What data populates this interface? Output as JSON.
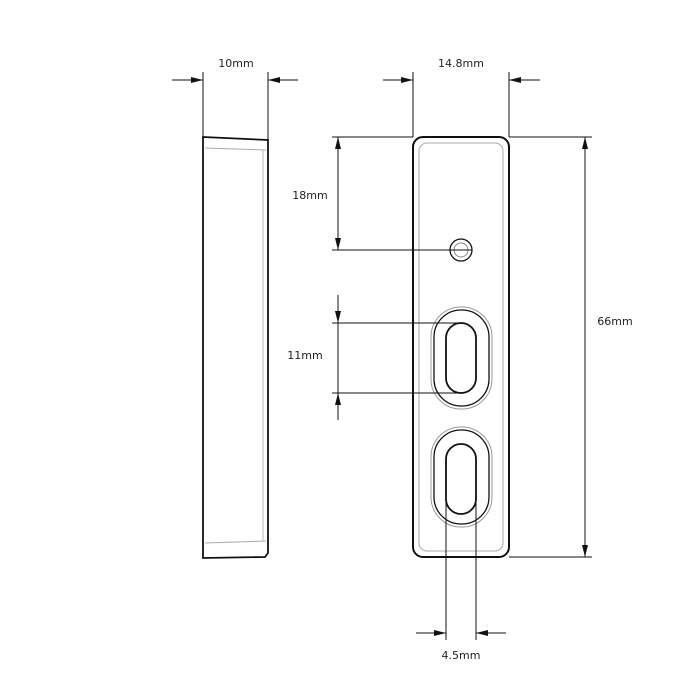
{
  "dimensions": {
    "side_thickness": "10mm",
    "front_width": "14.8mm",
    "hole_offset": "18mm",
    "slot_length": "11mm",
    "total_height": "66mm",
    "slot_width": "4.5mm"
  },
  "colors": {
    "line": "#111111",
    "inner_line": "#aaaaaa"
  }
}
